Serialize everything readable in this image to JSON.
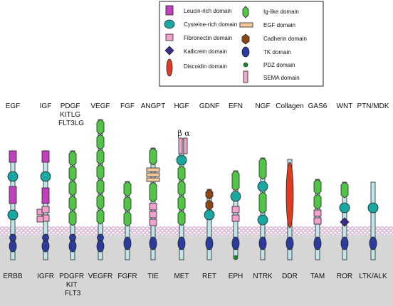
{
  "colors": {
    "leucine": "#c23fbf",
    "cysteine": "#18a7a2",
    "fibronectin": "#f2a1cf",
    "kallikrein": "#3b2b8e",
    "discoidin": "#e03a22",
    "ig": "#52c546",
    "egf": "#f6c99a",
    "cadherin": "#8a4616",
    "tk": "#2b3c9e",
    "pdz": "#1b8a2c",
    "sema": "#f2a7cc",
    "stem": "#bfe6ea",
    "membrane": "#c890c0",
    "cytoplasm": "#d6d6d6"
  },
  "legend": {
    "leucine": "Leucin-rich domain",
    "cysteine": "Cysteine-rich domain",
    "fibronectin": "Fibronectin domain",
    "kallikrein": "Kallicrein domain",
    "discoidin": "Discoidin domain",
    "ig": "Ig-like domain",
    "egf": "EGF domain",
    "cadherin": "Cadherin domain",
    "tk": "TK domain",
    "pdz": "PDZ domain",
    "sema": "SEMA domain"
  },
  "ligands": [
    {
      "key": "egf",
      "lines": [
        "EGF"
      ]
    },
    {
      "key": "igf",
      "lines": [
        "IGF"
      ]
    },
    {
      "key": "pdgf",
      "lines": [
        "PDGF",
        "KITLG",
        "FLT3LG"
      ]
    },
    {
      "key": "vegf",
      "lines": [
        "VEGF"
      ]
    },
    {
      "key": "fgf",
      "lines": [
        "FGF"
      ]
    },
    {
      "key": "angpt",
      "lines": [
        "ANGPT"
      ]
    },
    {
      "key": "hgf",
      "lines": [
        "HGF"
      ]
    },
    {
      "key": "gdnf",
      "lines": [
        "GDNF"
      ]
    },
    {
      "key": "efn",
      "lines": [
        "EFN"
      ]
    },
    {
      "key": "ngf",
      "lines": [
        "NGF"
      ]
    },
    {
      "key": "collagen",
      "lines": [
        "Collagen"
      ]
    },
    {
      "key": "gas6",
      "lines": [
        "GAS6"
      ]
    },
    {
      "key": "wnt",
      "lines": [
        "WNT"
      ]
    },
    {
      "key": "ptn",
      "lines": [
        "PTN/MDK"
      ]
    }
  ],
  "receptors": [
    {
      "key": "erbb",
      "lines": [
        "ERBB"
      ]
    },
    {
      "key": "igfr",
      "lines": [
        "IGFR"
      ]
    },
    {
      "key": "pdgfr",
      "lines": [
        "PDGFR",
        "KIT",
        "FLT3"
      ]
    },
    {
      "key": "vegfr",
      "lines": [
        "VEGFR"
      ]
    },
    {
      "key": "fgfr",
      "lines": [
        "FGFR"
      ]
    },
    {
      "key": "tie",
      "lines": [
        "TIE"
      ]
    },
    {
      "key": "met",
      "lines": [
        "MET"
      ]
    },
    {
      "key": "ret",
      "lines": [
        "RET"
      ]
    },
    {
      "key": "eph",
      "lines": [
        "EPH"
      ]
    },
    {
      "key": "ntrk",
      "lines": [
        "NTRK"
      ]
    },
    {
      "key": "ddr",
      "lines": [
        "DDR"
      ]
    },
    {
      "key": "tam",
      "lines": [
        "TAM"
      ]
    },
    {
      "key": "ror",
      "lines": [
        "ROR"
      ]
    },
    {
      "key": "ltk",
      "lines": [
        "LTK/ALK"
      ]
    }
  ],
  "met_subunits": "β α"
}
